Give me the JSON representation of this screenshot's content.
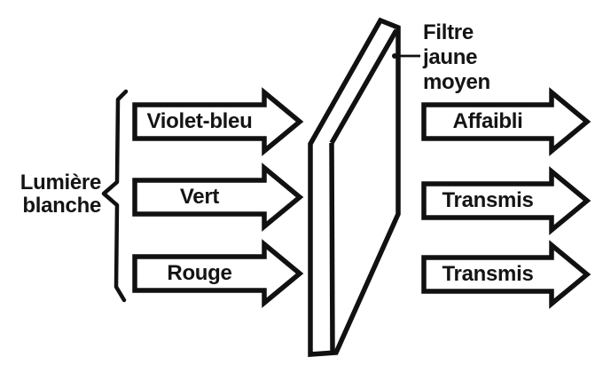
{
  "diagram": {
    "title_semantic": "Filtrage de la lumière blanche par un filtre jaune moyen",
    "source_label": {
      "line1": "Lumière",
      "line2": "blanche"
    },
    "input_arrows": [
      "Violet-bleu",
      "Vert",
      "Rouge"
    ],
    "filter_label": {
      "line1": "Filtre",
      "line2": "jaune",
      "line3": "moyen"
    },
    "output_arrows": [
      "Affaibli",
      "Transmis",
      "Transmis"
    ],
    "colors": {
      "ink": "#111111",
      "background": "#ffffff"
    }
  }
}
